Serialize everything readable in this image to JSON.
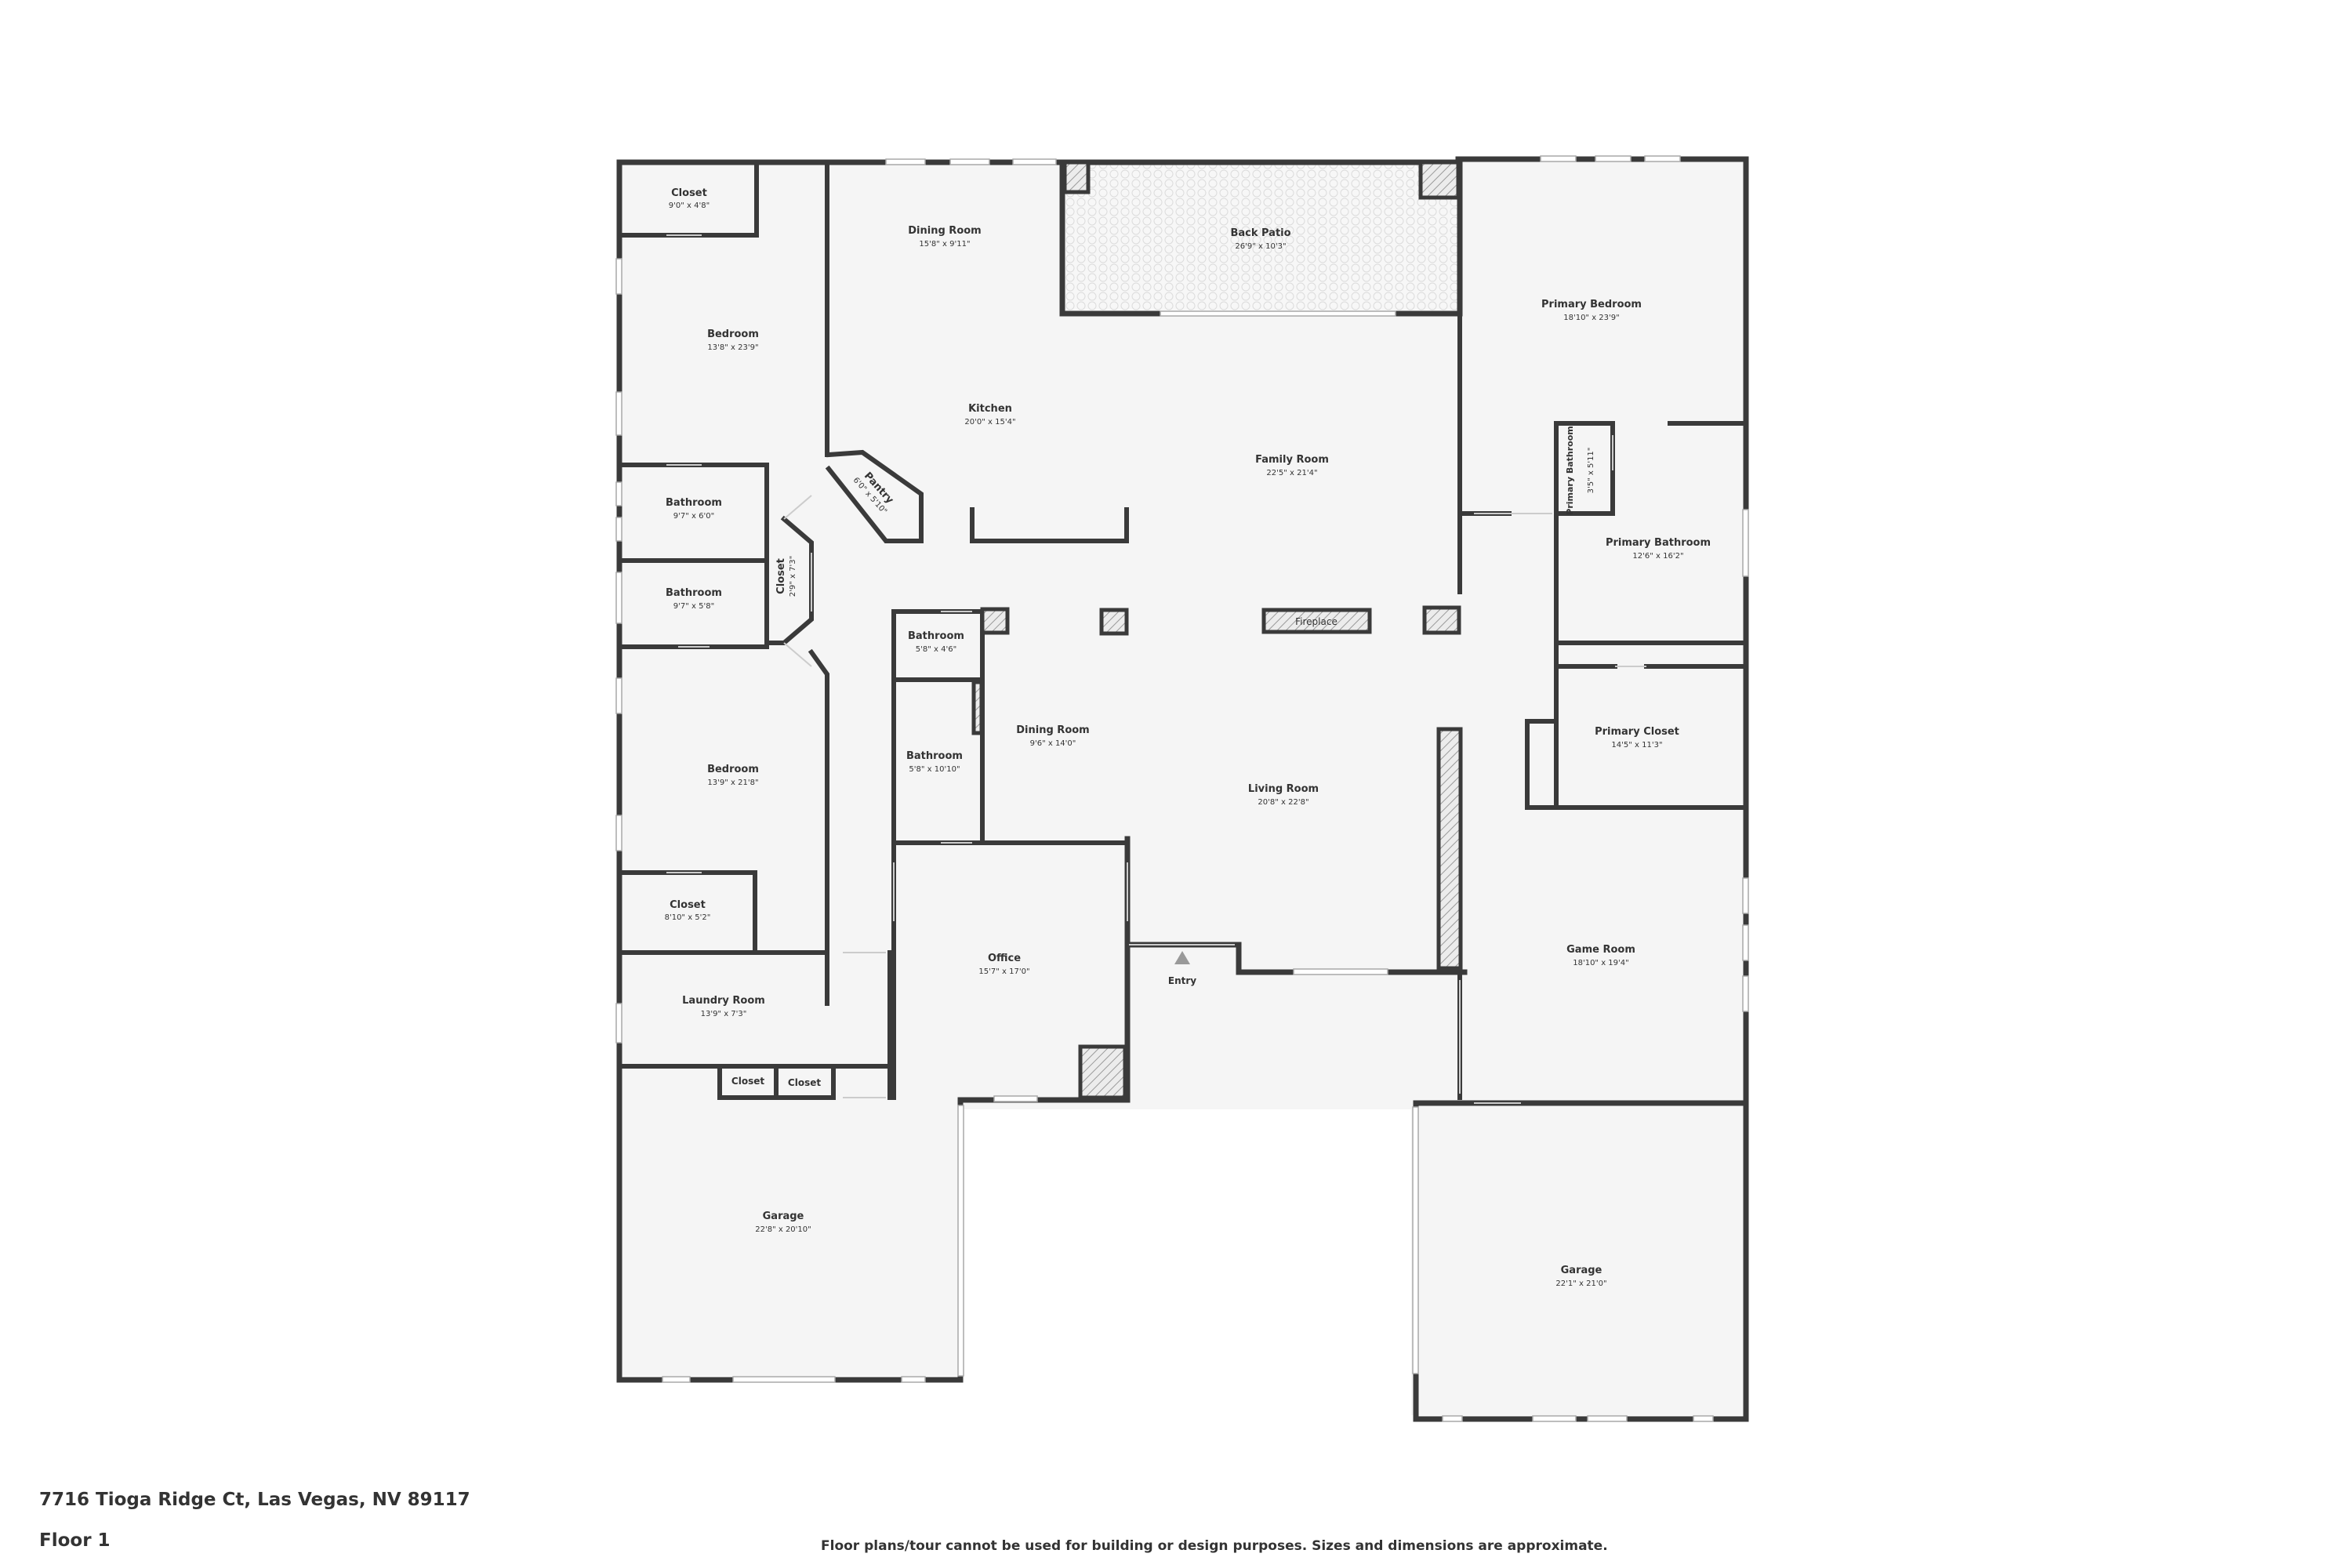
{
  "address": "7716 Tioga Ridge Ct, Las Vegas, NV 89117",
  "floor": "Floor 1",
  "disclaimer": "Floor plans/tour cannot be used for building or design purposes. Sizes and dimensions are approximate.",
  "entry_label": "Entry",
  "fireplace_label": "Fireplace",
  "rooms": {
    "closet_nw": {
      "name": "Closet",
      "dim": "9'0\" x 4'8\""
    },
    "bedroom_1": {
      "name": "Bedroom",
      "dim": "13'8\" x 23'9\""
    },
    "bathroom_1": {
      "name": "Bathroom",
      "dim": "9'7\" x 6'0\""
    },
    "bathroom_2": {
      "name": "Bathroom",
      "dim": "9'7\" x 5'8\""
    },
    "closet_small": {
      "name": "Closet",
      "dim": "2'9\" x 7'3\""
    },
    "bedroom_2": {
      "name": "Bedroom",
      "dim": "13'9\" x 21'8\""
    },
    "closet_w": {
      "name": "Closet",
      "dim": "8'10\" x 5'2\""
    },
    "laundry": {
      "name": "Laundry Room",
      "dim": "13'9\" x 7'3\""
    },
    "closet_l1": {
      "name": "Closet"
    },
    "closet_l2": {
      "name": "Closet"
    },
    "garage_1": {
      "name": "Garage",
      "dim": "22'8\" x 20'10\""
    },
    "dining_room_1": {
      "name": "Dining Room",
      "dim": "15'8\" x 9'11\""
    },
    "kitchen": {
      "name": "Kitchen",
      "dim": "20'0\" x 15'4\""
    },
    "pantry": {
      "name": "Pantry",
      "dim": "6'0\" x 5'10\""
    },
    "back_patio": {
      "name": "Back Patio",
      "dim": "26'9\" x 10'3\""
    },
    "family_room": {
      "name": "Family Room",
      "dim": "22'5\" x 21'4\""
    },
    "bathroom_3": {
      "name": "Bathroom",
      "dim": "5'8\" x 4'6\""
    },
    "bathroom_4": {
      "name": "Bathroom",
      "dim": "5'8\" x 10'10\""
    },
    "dining_room_2": {
      "name": "Dining Room",
      "dim": "9'6\" x 14'0\""
    },
    "living_room": {
      "name": "Living Room",
      "dim": "20'8\" x 22'8\""
    },
    "office": {
      "name": "Office",
      "dim": "15'7\" x 17'0\""
    },
    "primary_bedroom": {
      "name": "Primary Bedroom",
      "dim": "18'10\" x 23'9\""
    },
    "primary_bathroom_small": {
      "name": "Primary Bathroom",
      "dim": "3'5\" x 5'11\""
    },
    "primary_bathroom": {
      "name": "Primary Bathroom",
      "dim": "12'6\" x 16'2\""
    },
    "primary_closet": {
      "name": "Primary Closet",
      "dim": "14'5\" x 11'3\""
    },
    "game_room": {
      "name": "Game Room",
      "dim": "18'10\" x 19'4\""
    },
    "garage_2": {
      "name": "Garage",
      "dim": "22'1\" x 21'0\""
    }
  }
}
